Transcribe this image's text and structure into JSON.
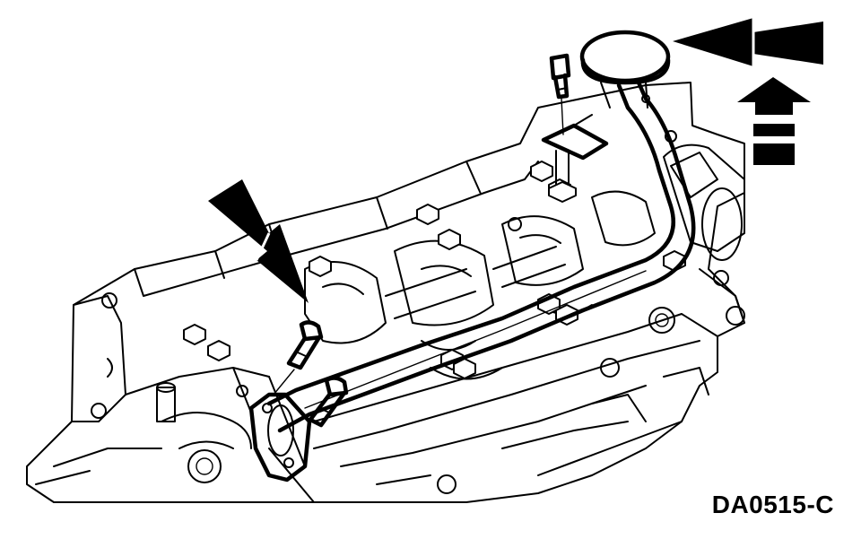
{
  "figure": {
    "id_label": "DA0515-C"
  },
  "icons": {
    "main_drawing": "engine-block-line-drawing",
    "part": "oil-pump-screen-and-pickup-tube",
    "arrows": [
      "left-arrow",
      "up-arrow",
      "down-diagonal-arrow"
    ]
  }
}
